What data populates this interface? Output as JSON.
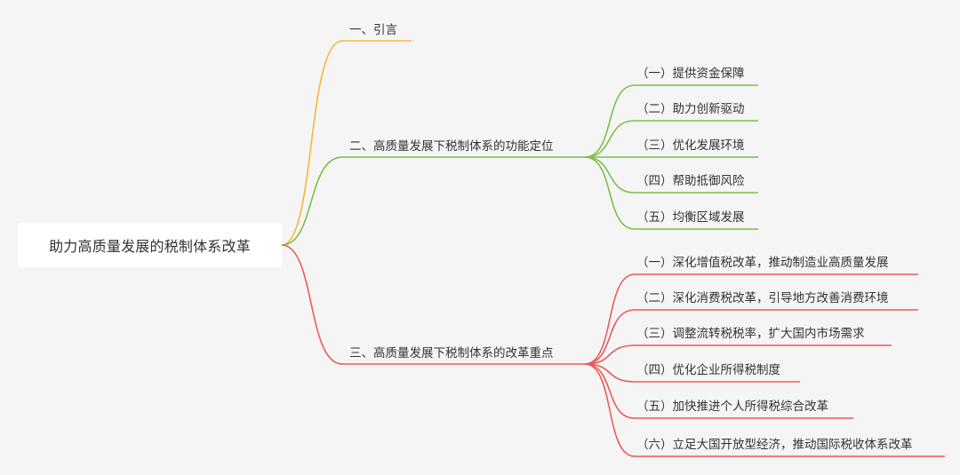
{
  "root": {
    "label": "助力高质量发展的税制体系改革"
  },
  "branches": [
    {
      "label": "一、引言",
      "color": "#f5b73b",
      "children": []
    },
    {
      "label": "二、高质量发展下税制体系的功能定位",
      "color": "#7cbf4b",
      "children": [
        {
          "label": "（一）提供资金保障"
        },
        {
          "label": "（二）助力创新驱动"
        },
        {
          "label": "（三）优化发展环境"
        },
        {
          "label": "（四）帮助抵御风险"
        },
        {
          "label": "（五）均衡区域发展"
        }
      ]
    },
    {
      "label": "三、高质量发展下税制体系的改革重点",
      "color": "#ee5a5a",
      "children": [
        {
          "label": "（一）深化增值税改革，推动制造业高质量发展"
        },
        {
          "label": "（二）深化消费税改革，引导地方改善消费环境"
        },
        {
          "label": "（三）调整流转税税率，扩大国内市场需求"
        },
        {
          "label": "（四）优化企业所得税制度"
        },
        {
          "label": "（五）加快推进个人所得税综合改革"
        },
        {
          "label": "（六）立足大国开放型经济，推动国际税收体系改革"
        }
      ]
    }
  ]
}
